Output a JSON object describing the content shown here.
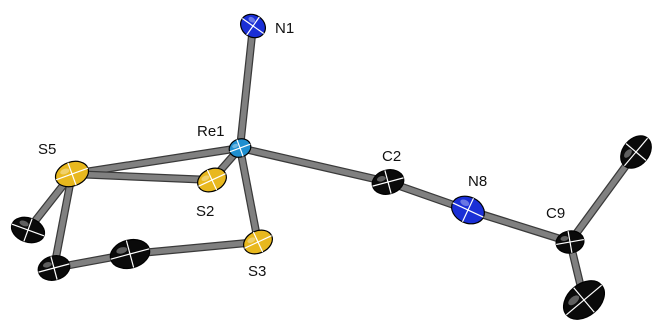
{
  "diagram": {
    "type": "molecular-structure",
    "colors": {
      "background": "#ffffff",
      "bond": "#808080",
      "bond_edge": "#3a3a3a",
      "carbon": "#0a0a0a",
      "nitrogen": "#1a2fd6",
      "sulfur": "#e8b81e",
      "rhenium": "#1f8fd0",
      "ellipsoid_octant": "#ffffff"
    },
    "atoms": [
      {
        "id": "Re1",
        "element": "Re",
        "label": "Re1"
      },
      {
        "id": "N1",
        "element": "N",
        "label": "N1"
      },
      {
        "id": "S5",
        "element": "S",
        "label": "S5"
      },
      {
        "id": "S2",
        "element": "S",
        "label": "S2"
      },
      {
        "id": "S3",
        "element": "S",
        "label": "S3"
      },
      {
        "id": "C2",
        "element": "C",
        "label": "C2"
      },
      {
        "id": "N8",
        "element": "N",
        "label": "N8"
      },
      {
        "id": "C9",
        "element": "C",
        "label": "C9"
      },
      {
        "id": "Ca",
        "element": "C",
        "label": ""
      },
      {
        "id": "Cb",
        "element": "C",
        "label": ""
      },
      {
        "id": "Cc",
        "element": "C",
        "label": ""
      },
      {
        "id": "Cd",
        "element": "C",
        "label": ""
      },
      {
        "id": "Ce",
        "element": "C",
        "label": ""
      }
    ],
    "bonds": [
      [
        "Re1",
        "N1"
      ],
      [
        "Re1",
        "S5"
      ],
      [
        "Re1",
        "S2"
      ],
      [
        "Re1",
        "S3"
      ],
      [
        "Re1",
        "C2"
      ],
      [
        "S5",
        "S2"
      ],
      [
        "S5",
        "Ca"
      ],
      [
        "S5",
        "Cb"
      ],
      [
        "Cb",
        "Cc"
      ],
      [
        "Cc",
        "S3"
      ],
      [
        "C2",
        "N8"
      ],
      [
        "N8",
        "C9"
      ],
      [
        "C9",
        "Cd"
      ],
      [
        "C9",
        "Ce"
      ]
    ]
  }
}
